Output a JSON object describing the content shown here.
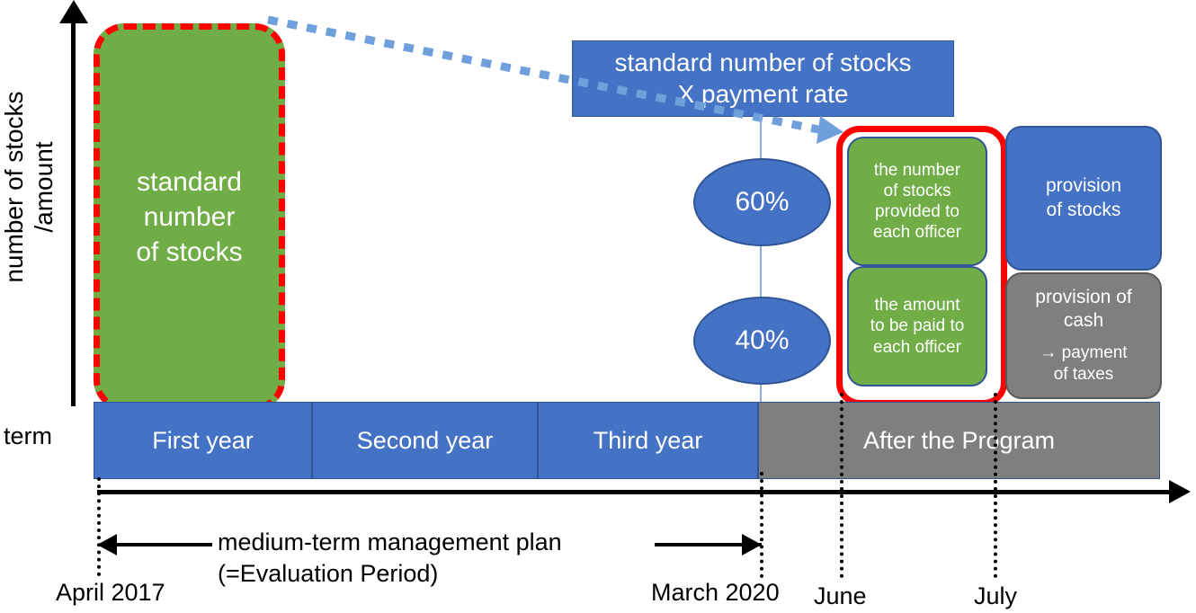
{
  "axis": {
    "y_label": "number of stocks\n/amount"
  },
  "green_main": {
    "text": "standard\nnumber\nof stocks",
    "fill": "#70AD47",
    "outline": "#FF0000"
  },
  "banner": {
    "line1": "standard number of stocks",
    "line2": "X payment rate",
    "fill": "#4472C4"
  },
  "payout_split": [
    {
      "name": "stocks-share",
      "label": "60%"
    },
    {
      "name": "cash-share",
      "label": "40%"
    }
  ],
  "results": [
    {
      "name": "stocks-per-officer",
      "text": "the number\nof stocks\nprovided to\neach officer",
      "fill": "#70AD47"
    },
    {
      "name": "amount-per-officer",
      "text": "the amount\nto be paid to\neach officer",
      "fill": "#70AD47"
    }
  ],
  "provisions": [
    {
      "name": "provision-of-stocks",
      "text": "provision\nof stocks",
      "sub": "",
      "fill": "#4472C4"
    },
    {
      "name": "provision-of-cash",
      "text": "provision of\ncash",
      "sub": "→ payment\nof taxes",
      "fill": "#7F7F7F"
    }
  ],
  "term": {
    "label": "term",
    "bars": [
      {
        "label": "First year",
        "fill": "#4472C4"
      },
      {
        "label": "Second year",
        "fill": "#4472C4"
      },
      {
        "label": "Third year",
        "fill": "#4472C4"
      },
      {
        "label": "After the Program",
        "fill": "#7F7F7F"
      }
    ]
  },
  "plan": {
    "line1": "medium-term management plan",
    "line2": "(=Evaluation Period)"
  },
  "dates": [
    {
      "name": "april-2017",
      "label": "April 2017"
    },
    {
      "name": "march-2020",
      "label": "March 2020"
    },
    {
      "name": "june",
      "label": "June"
    },
    {
      "name": "july",
      "label": "July"
    }
  ]
}
